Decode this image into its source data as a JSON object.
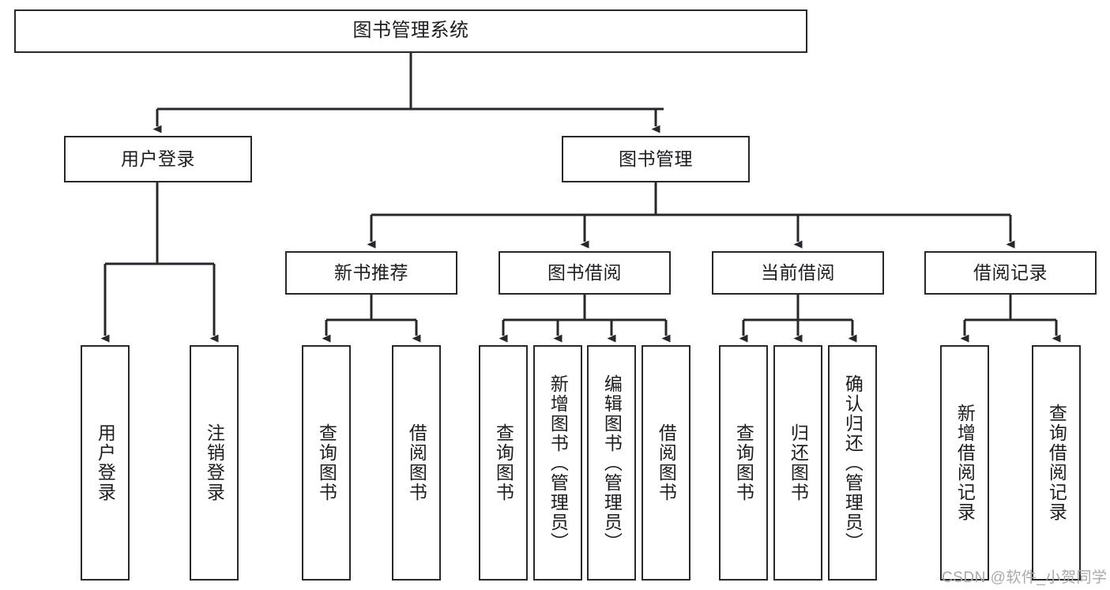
{
  "diagram": {
    "type": "tree-hierarchy",
    "title": "图书管理系统",
    "watermark": "CSDN @软件_小贺同学",
    "colors": {
      "node_border": "#27282b",
      "node_fill": "#ffffff",
      "edge": "#27282b",
      "text": "#1c1d20",
      "watermark": "#a9a9a9",
      "background": "#ffffff"
    },
    "nodes": {
      "root": {
        "label": "图书管理系统"
      },
      "level2": [
        {
          "id": "user-login",
          "label": "用户登录"
        },
        {
          "id": "book-management",
          "label": "图书管理"
        }
      ],
      "level3": [
        {
          "id": "new-book-recommend",
          "label": "新书推荐"
        },
        {
          "id": "book-borrow",
          "label": "图书借阅"
        },
        {
          "id": "current-borrow",
          "label": "当前借阅"
        },
        {
          "id": "borrow-record",
          "label": "借阅记录"
        }
      ],
      "leaves": {
        "user-login": [
          {
            "id": "leaf-user-login",
            "label": "用户登录"
          },
          {
            "id": "leaf-user-logout",
            "label": "注销登录"
          }
        ],
        "new-book-recommend": [
          {
            "id": "leaf-query-book-1",
            "label": "查询图书"
          },
          {
            "id": "leaf-borrow-book-1",
            "label": "借阅图书"
          }
        ],
        "book-borrow": [
          {
            "id": "leaf-query-book-2",
            "label": "查询图书"
          },
          {
            "id": "leaf-add-book",
            "label": "新增图书（管理员）"
          },
          {
            "id": "leaf-edit-book",
            "label": "编辑图书（管理员）"
          },
          {
            "id": "leaf-borrow-book-2",
            "label": "借阅图书"
          }
        ],
        "current-borrow": [
          {
            "id": "leaf-query-book-3",
            "label": "查询图书"
          },
          {
            "id": "leaf-return-book",
            "label": "归还图书"
          },
          {
            "id": "leaf-confirm-return",
            "label": "确认归还（管理员）"
          }
        ],
        "borrow-record": [
          {
            "id": "leaf-add-record",
            "label": "新增借阅记录"
          },
          {
            "id": "leaf-query-record",
            "label": "查询借阅记录"
          }
        ]
      }
    }
  }
}
